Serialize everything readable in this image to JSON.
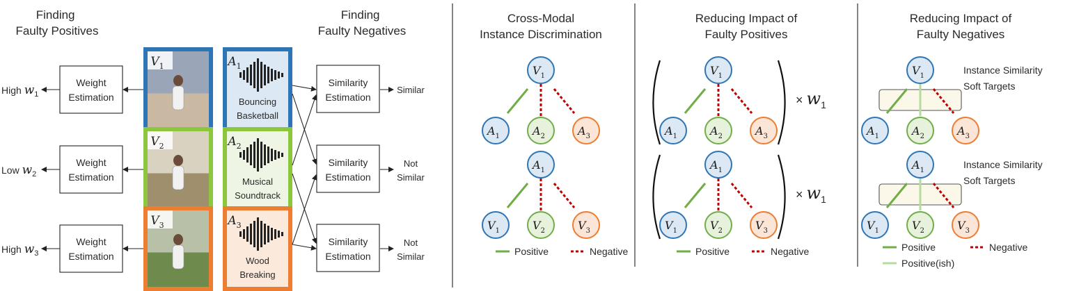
{
  "left_panel": {
    "title_positives": [
      "Finding",
      "Faulty Positives"
    ],
    "title_negatives": [
      "Finding",
      "Faulty Negatives"
    ],
    "rows": [
      {
        "weight_level": "High",
        "weight_var": "w",
        "weight_sub": "1",
        "weight_box": [
          "Weight",
          "Estimation"
        ],
        "video_label": "V",
        "video_sub": "1",
        "video_color": "#2e75b6",
        "audio_label": "A",
        "audio_sub": "1",
        "audio_color": "#2e75b6",
        "audio_fill": "#dce9f5",
        "audio_caption": [
          "Bouncing",
          "Basketball"
        ],
        "similarity_box": [
          "Similarity",
          "Estimation"
        ],
        "similarity_result": [
          "Similar"
        ]
      },
      {
        "weight_level": "Low",
        "weight_var": "w",
        "weight_sub": "2",
        "weight_box": [
          "Weight",
          "Estimation"
        ],
        "video_label": "V",
        "video_sub": "2",
        "video_color": "#8cc63f",
        "audio_label": "A",
        "audio_sub": "2",
        "audio_color": "#8cc63f",
        "audio_fill": "#eef5e4",
        "audio_caption": [
          "Musical",
          "Soundtrack"
        ],
        "similarity_box": [
          "Similarity",
          "Estimation"
        ],
        "similarity_result": [
          "Not",
          "Similar"
        ]
      },
      {
        "weight_level": "High",
        "weight_var": "w",
        "weight_sub": "3",
        "weight_box": [
          "Weight",
          "Estimation"
        ],
        "video_label": "V",
        "video_sub": "3",
        "video_color": "#ed7d31",
        "audio_label": "A",
        "audio_sub": "3",
        "audio_color": "#ed7d31",
        "audio_fill": "#fbe9dc",
        "audio_caption": [
          "Wood",
          "Breaking"
        ],
        "similarity_box": [
          "Similarity",
          "Estimation"
        ],
        "similarity_result": [
          "Not",
          "Similar"
        ]
      }
    ]
  },
  "panels": [
    {
      "title": [
        "Cross-Modal",
        "Instance Discrimination"
      ],
      "trees": [
        {
          "root": "V",
          "root_sub": "1",
          "children": [
            "A",
            "A",
            "A"
          ],
          "child_subs": [
            "1",
            "2",
            "3"
          ]
        },
        {
          "root": "A",
          "root_sub": "1",
          "children": [
            "V",
            "V",
            "V"
          ],
          "child_subs": [
            "1",
            "2",
            "3"
          ]
        }
      ],
      "legend": {
        "positive": "Positive",
        "negative": "Negative"
      }
    },
    {
      "title": [
        "Reducing Impact of",
        "Faulty Positives"
      ],
      "multiplier": "×",
      "weight_var": "w",
      "weight_sub": "1",
      "trees": [
        {
          "root": "V",
          "root_sub": "1",
          "children": [
            "A",
            "A",
            "A"
          ],
          "child_subs": [
            "1",
            "2",
            "3"
          ]
        },
        {
          "root": "A",
          "root_sub": "1",
          "children": [
            "V",
            "V",
            "V"
          ],
          "child_subs": [
            "1",
            "2",
            "3"
          ]
        }
      ],
      "legend": {
        "positive": "Positive",
        "negative": "Negative"
      }
    },
    {
      "title": [
        "Reducing Impact of",
        "Faulty Negatives"
      ],
      "soft_target_label": [
        "Instance Similarity",
        "Soft Targets"
      ],
      "trees": [
        {
          "root": "V",
          "root_sub": "1",
          "children": [
            "A",
            "A",
            "A"
          ],
          "child_subs": [
            "1",
            "2",
            "3"
          ]
        },
        {
          "root": "A",
          "root_sub": "1",
          "children": [
            "V",
            "V",
            "V"
          ],
          "child_subs": [
            "1",
            "2",
            "3"
          ]
        }
      ],
      "legend": {
        "positive": "Positive",
        "negative": "Negative",
        "positive_ish": "Positive(ish)"
      }
    }
  ],
  "colors": {
    "node_blue_stroke": "#2e75b6",
    "node_blue_fill": "#dce9f5",
    "node_green_stroke": "#70ad47",
    "node_green_fill": "#e6f2dc",
    "node_orange_stroke": "#ed7d31",
    "node_orange_fill": "#fbe5d6",
    "positive": "#70ad47",
    "negative": "#c00000",
    "positive_ish": "#b5dc9c"
  }
}
